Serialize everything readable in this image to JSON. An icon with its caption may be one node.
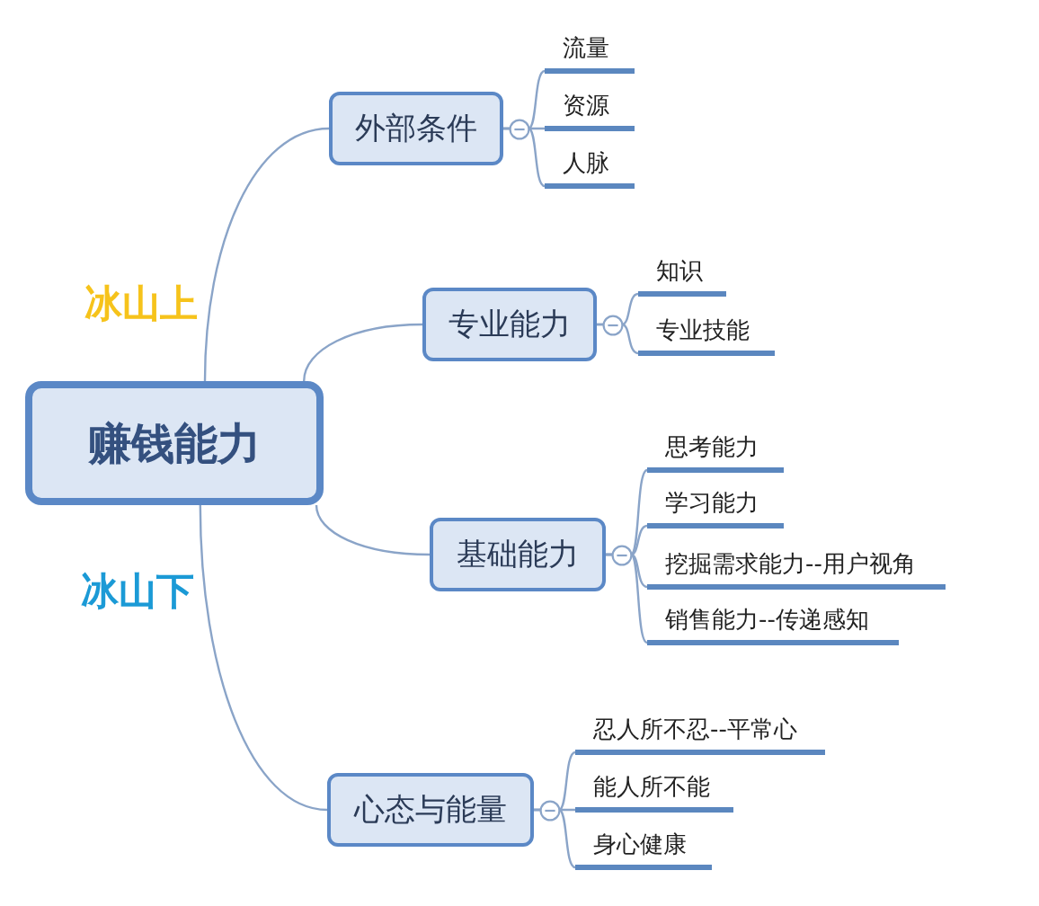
{
  "diagram": {
    "nodes": [
      {
        "text": [
          "赚钱能力"
        ]
      },
      {
        "text": [
          "外部条件"
        ]
      },
      {
        "text": [
          "流量"
        ]
      },
      {
        "text": [
          "资源"
        ]
      },
      {
        "text": [
          "人脉"
        ]
      },
      {
        "text": [
          "专业能力"
        ]
      },
      {
        "text": [
          "知识"
        ]
      },
      {
        "text": [
          "专业技能"
        ]
      },
      {
        "text": [
          "基础能力"
        ]
      },
      {
        "text": [
          "思考能力"
        ]
      },
      {
        "text": [
          "学习能力"
        ]
      },
      {
        "text": [
          "挖掘需求能力--用户视角"
        ]
      },
      {
        "text": [
          "销售能力--传递感知"
        ]
      },
      {
        "text": [
          "心态与能量"
        ]
      },
      {
        "text": [
          "忍人所不忍--平常心"
        ]
      },
      {
        "text": [
          "能人所不能"
        ]
      },
      {
        "text": [
          "身心健康"
        ]
      }
    ],
    "edges": [
      {
        "from": 0,
        "to": 1,
        "arrow": "none"
      },
      {
        "from": 1,
        "to": 2,
        "arrow": "none"
      },
      {
        "from": 1,
        "to": 3,
        "arrow": "none"
      },
      {
        "from": 1,
        "to": 4,
        "arrow": "none"
      },
      {
        "from": 0,
        "to": 5,
        "arrow": "none"
      },
      {
        "from": 5,
        "to": 6,
        "arrow": "none"
      },
      {
        "from": 5,
        "to": 7,
        "arrow": "none"
      },
      {
        "from": 0,
        "to": 8,
        "arrow": "none"
      },
      {
        "from": 8,
        "to": 9,
        "arrow": "none"
      },
      {
        "from": 8,
        "to": 10,
        "arrow": "none"
      },
      {
        "from": 8,
        "to": 11,
        "arrow": "none"
      },
      {
        "from": 8,
        "to": 12,
        "arrow": "none"
      },
      {
        "from": 0,
        "to": 13,
        "arrow": "none"
      },
      {
        "from": 13,
        "to": 14,
        "arrow": "none"
      },
      {
        "from": 13,
        "to": 15,
        "arrow": "none"
      },
      {
        "from": 13,
        "to": 16,
        "arrow": "none"
      }
    ],
    "labels": [
      "冰山上",
      "冰山下"
    ]
  }
}
